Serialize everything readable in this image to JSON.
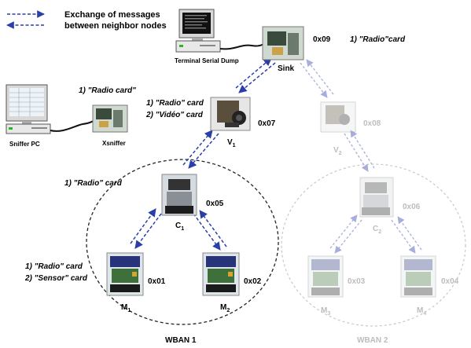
{
  "legend": {
    "line1": "Exchange of messages",
    "line2": "between neighbor nodes"
  },
  "terminal_label": "Terminal Serial Dump",
  "sniffer_pc_label": "Sniffer PC",
  "nodes": {
    "sink": {
      "name": "Sink",
      "addr": "0x09",
      "cards": [
        "1) \"Radio\"card"
      ]
    },
    "xsniffer": {
      "name": "Xsniffer",
      "cards": [
        "1) \"Radio card\""
      ]
    },
    "v1": {
      "name": "V",
      "sub": "1",
      "addr": "0x07",
      "cards": [
        "1) \"Radio\" card",
        "2) \"Vidéo\" card"
      ]
    },
    "c1": {
      "name": "C",
      "sub": "1",
      "addr": "0x05",
      "cards": [
        "1) \"Radio\"  card"
      ]
    },
    "m1": {
      "name": "M",
      "sub": "1",
      "addr": "0x01",
      "cards": [
        "1) \"Radio\" card",
        "2) \"Sensor\" card"
      ]
    },
    "m2": {
      "name": "M",
      "sub": "2",
      "addr": "0x02"
    },
    "v2": {
      "name": "V",
      "sub": "2",
      "addr": "0x08"
    },
    "c2": {
      "name": "C",
      "sub": "2",
      "addr": "0x06"
    },
    "m3": {
      "name": "M",
      "sub": "3",
      "addr": "0x03"
    },
    "m4": {
      "name": "M",
      "sub": "4",
      "addr": "0x04"
    }
  },
  "wban1_label": "WBAN 1",
  "wban2_label": "WBAN 2",
  "colors": {
    "active_arrow": "#2a3fa8",
    "faded_arrow": "#a7aedb",
    "text": "#111111",
    "faded_text": "#bdbdbd"
  }
}
